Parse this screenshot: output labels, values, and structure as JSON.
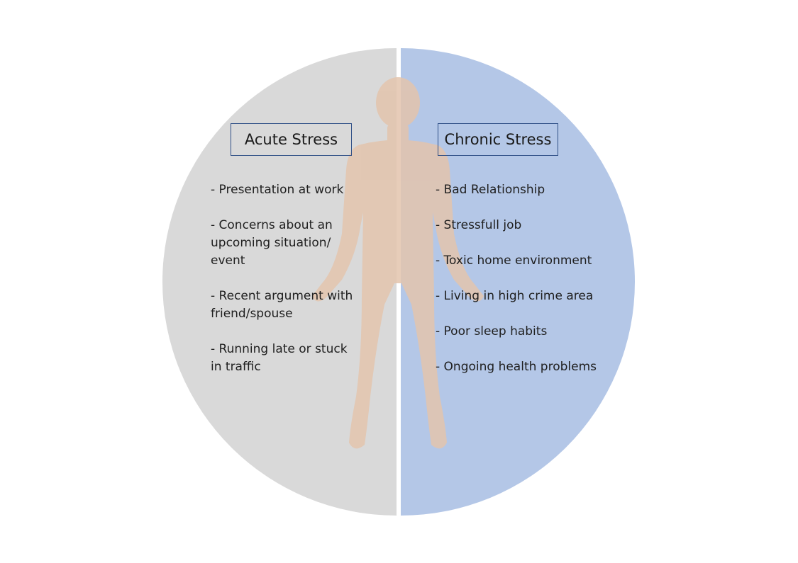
{
  "colors": {
    "left_half": "#d9d9d9",
    "right_half": "#b4c7e7",
    "figure": "#e3c4ad",
    "box_border": "#2f4f86"
  },
  "figure_icon": "human-body-silhouette-icon",
  "acute": {
    "title": "Acute Stress",
    "items": [
      "- Presentation at work",
      "- Concerns about an\nupcoming situation/\nevent",
      "- Recent argument with\nfriend/spouse",
      "- Running late or stuck\nin traffic"
    ]
  },
  "chronic": {
    "title": "Chronic Stress",
    "items": [
      " - Bad Relationship",
      " - Stressfull job",
      "- Toxic home environment",
      "- Living in high crime area",
      "- Poor sleep habits",
      "- Ongoing health problems"
    ]
  }
}
